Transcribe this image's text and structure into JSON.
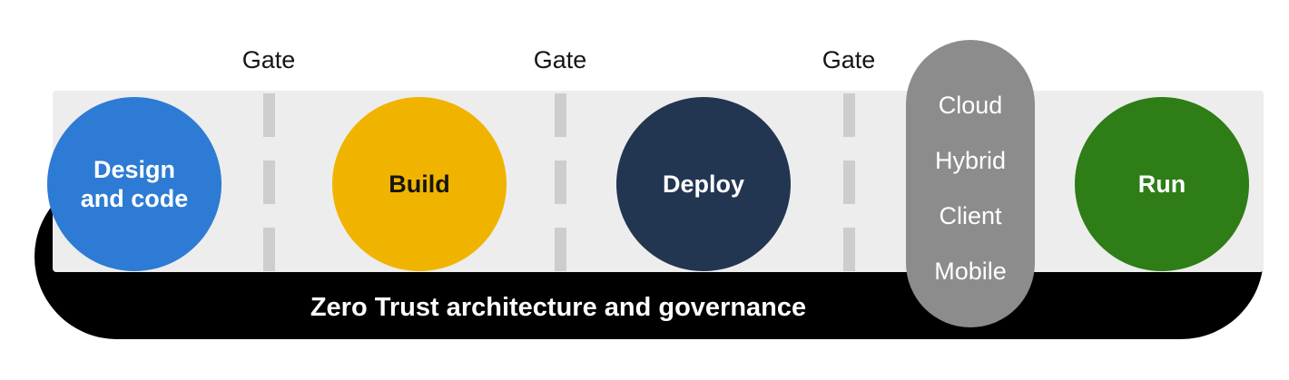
{
  "diagram": {
    "title": "Zero Trust architecture and governance",
    "stages": [
      {
        "label": "Design and code",
        "color": "#2D7BD4",
        "text_color": "#FFFFFF"
      },
      {
        "label": "Build",
        "color": "#F0B400",
        "text_color": "#151515"
      },
      {
        "label": "Deploy",
        "color": "#223551",
        "text_color": "#FFFFFF"
      },
      {
        "label": "Run",
        "color": "#2E7D17",
        "text_color": "#FFFFFF"
      }
    ],
    "gates": [
      {
        "label": "Gate"
      },
      {
        "label": "Gate"
      },
      {
        "label": "Gate"
      }
    ],
    "environments": {
      "color": "#8C8C8C",
      "items": [
        "Cloud",
        "Hybrid",
        "Client",
        "Mobile"
      ]
    },
    "colors": {
      "pipeline_band": "#EDEDED",
      "gate_dash": "#CDCDCD",
      "governance_band": "#000000",
      "background": "#FFFFFF"
    }
  }
}
